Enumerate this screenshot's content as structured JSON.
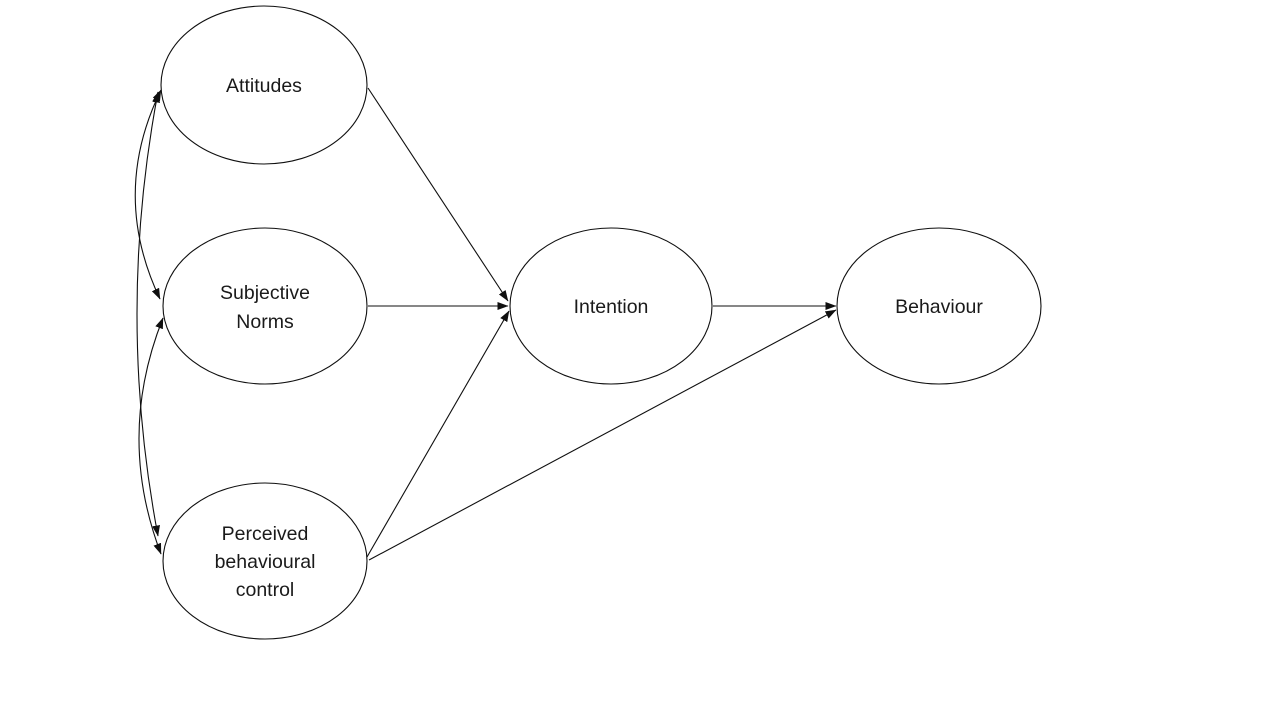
{
  "diagram": {
    "background_color": "#ffffff",
    "line_color": "#0f0f0f",
    "text_color": "#1a1a1a",
    "nodes": {
      "attitudes": {
        "lines": [
          "Attitudes"
        ]
      },
      "subjective_norms": {
        "lines": [
          "Subjective",
          "Norms"
        ]
      },
      "perceived_behavioural_control": {
        "lines": [
          "Perceived",
          "behavioural",
          "control"
        ]
      },
      "intention": {
        "lines": [
          "Intention"
        ]
      },
      "behaviour": {
        "lines": [
          "Behaviour"
        ]
      }
    },
    "edges": [
      {
        "from": "Attitudes",
        "to": "Intention",
        "type": "directed"
      },
      {
        "from": "Subjective Norms",
        "to": "Intention",
        "type": "directed"
      },
      {
        "from": "Perceived behavioural control",
        "to": "Intention",
        "type": "directed"
      },
      {
        "from": "Intention",
        "to": "Behaviour",
        "type": "directed"
      },
      {
        "from": "Perceived behavioural control",
        "to": "Behaviour",
        "type": "directed"
      },
      {
        "from": "Attitudes",
        "to": "Subjective Norms",
        "type": "bidirectional"
      },
      {
        "from": "Attitudes",
        "to": "Perceived behavioural control",
        "type": "bidirectional"
      },
      {
        "from": "Subjective Norms",
        "to": "Perceived behavioural control",
        "type": "bidirectional"
      }
    ]
  }
}
